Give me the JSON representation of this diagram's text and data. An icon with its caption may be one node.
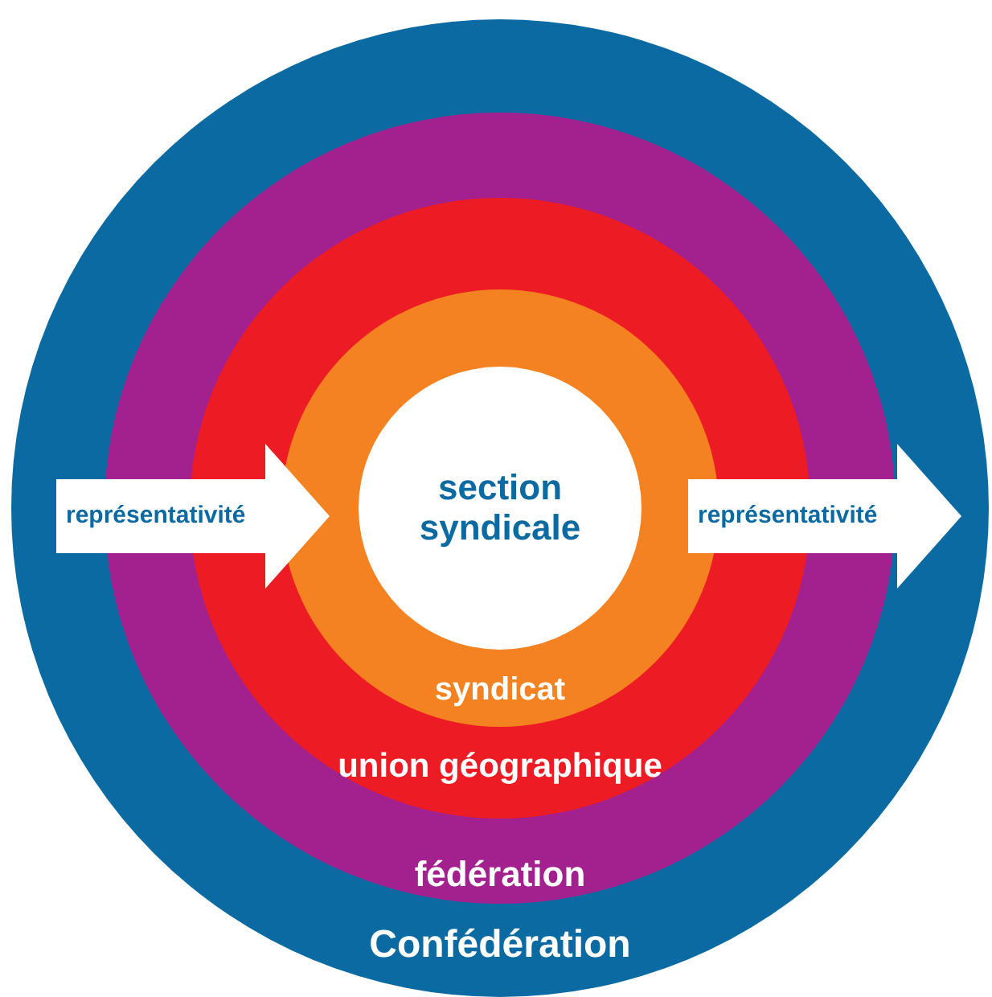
{
  "diagram": {
    "nodes": [
      {
        "text": [
          "Confédération"
        ]
      },
      {
        "text": [
          "fédération"
        ],
        "in": 0
      },
      {
        "text": [
          "union géographique"
        ],
        "in": 1
      },
      {
        "text": [
          "syndicat"
        ],
        "in": 2
      },
      {
        "text": [
          "section syndicale"
        ],
        "in": 3
      },
      {
        "text": [
          "représentativité"
        ],
        "in": 0
      },
      {
        "text": [
          "représentativité"
        ],
        "in": 0
      }
    ]
  }
}
